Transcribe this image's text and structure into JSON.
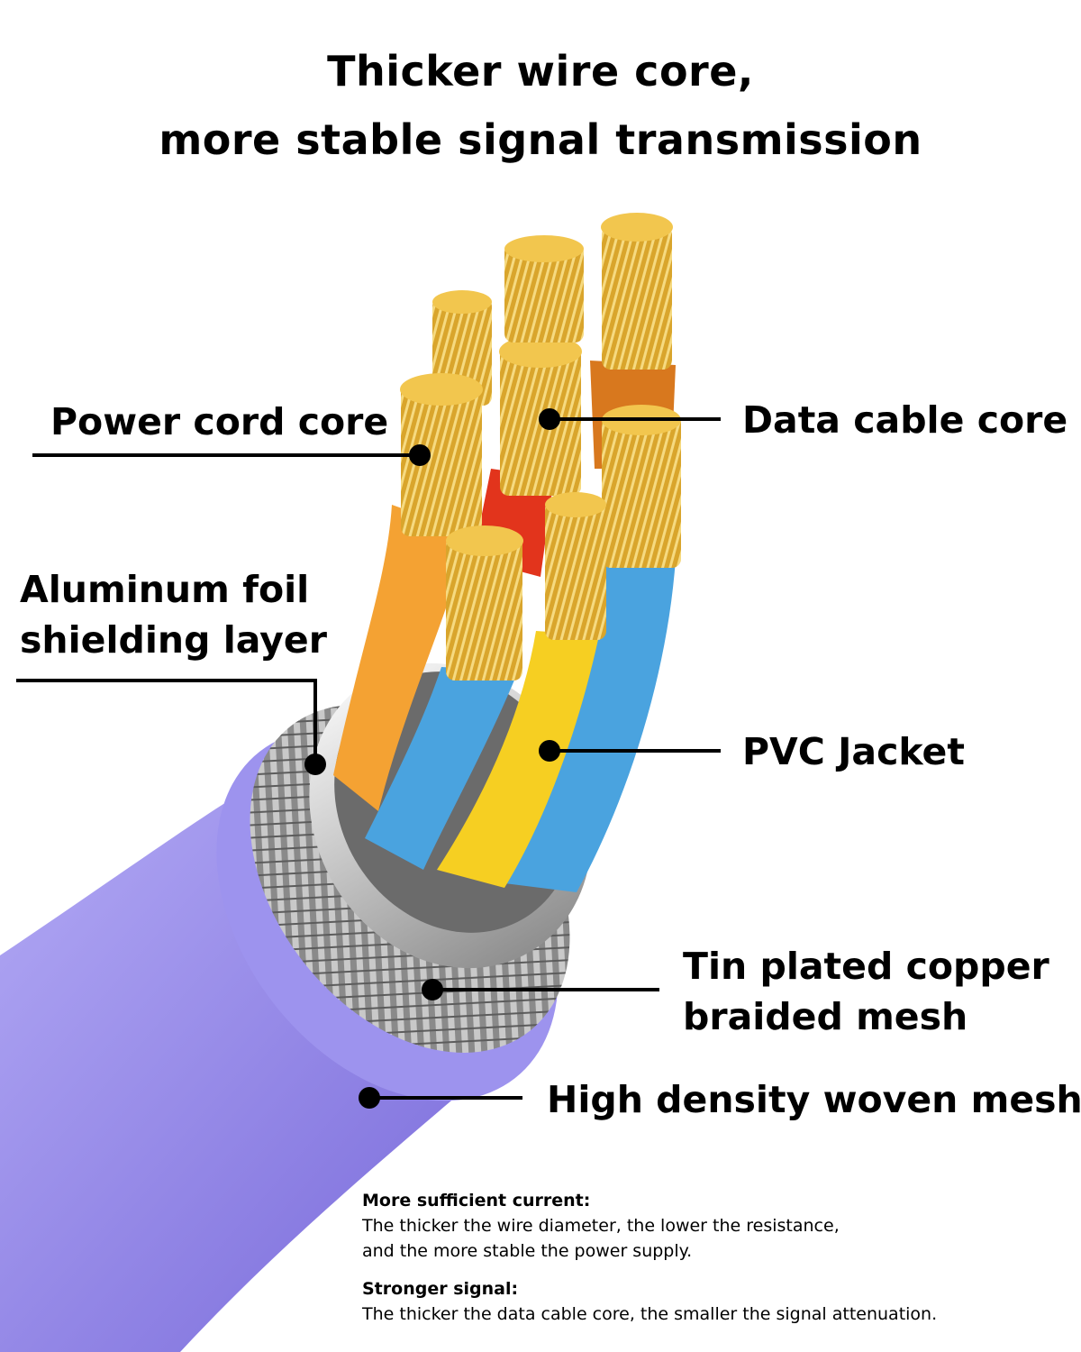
{
  "title": {
    "line1": "Thicker wire core,",
    "line2": "more stable signal transmission"
  },
  "labels": {
    "power_cord_core": "Power cord core",
    "data_cable_core": "Data cable core",
    "aluminum_foil_line1": "Aluminum foil",
    "aluminum_foil_line2": "shielding layer",
    "pvc_jacket": "PVC Jacket",
    "tin_plated_line1": "Tin plated copper",
    "tin_plated_line2": "braided mesh",
    "high_density": "High density woven mesh"
  },
  "notes": {
    "current_heading": "More sufficient current:",
    "current_line1": "The thicker the wire diameter, the lower the resistance,",
    "current_line2": "and the more stable the power supply.",
    "signal_heading": "Stronger signal:",
    "signal_line1": "The thicker the data cable core, the smaller the signal attenuation."
  },
  "colors": {
    "outer_jacket": "#8f84e6",
    "braid": "#9a9a9a",
    "foil": "#d9d9d9",
    "copper": "#d9a52c",
    "wire_orange": "#f4a233",
    "wire_blue": "#4aa3df",
    "wire_yellow": "#f6cf22",
    "wire_red": "#e2341c",
    "wire_dark_orange": "#d8781e"
  }
}
